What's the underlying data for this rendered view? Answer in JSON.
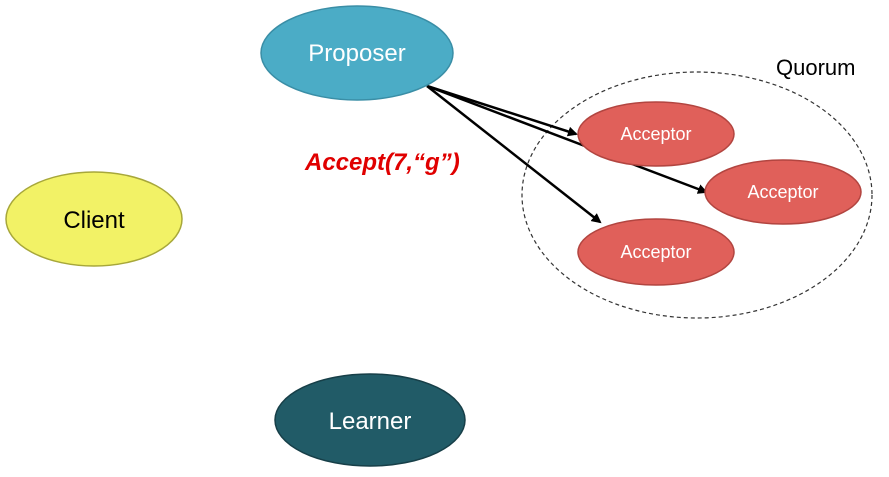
{
  "diagram": {
    "nodes": {
      "proposer": {
        "label": "Proposer",
        "fill": "#4BACC6",
        "text_color": "#ffffff"
      },
      "client": {
        "label": "Client",
        "fill": "#F2F266",
        "text_color": "#000000"
      },
      "learner": {
        "label": "Learner",
        "fill": "#215B67",
        "text_color": "#ffffff"
      },
      "acceptors": [
        {
          "label": "Acceptor",
          "fill": "#E0605A",
          "text_color": "#ffffff"
        },
        {
          "label": "Acceptor",
          "fill": "#E0605A",
          "text_color": "#ffffff"
        },
        {
          "label": "Acceptor",
          "fill": "#E0605A",
          "text_color": "#ffffff"
        }
      ]
    },
    "quorum_label": "Quorum",
    "message_label": "Accept(7,“g”)",
    "message_color": "#E00000",
    "edges": [
      {
        "from": "proposer",
        "to": "acceptor-1"
      },
      {
        "from": "proposer",
        "to": "acceptor-2"
      },
      {
        "from": "proposer",
        "to": "acceptor-3"
      }
    ]
  }
}
